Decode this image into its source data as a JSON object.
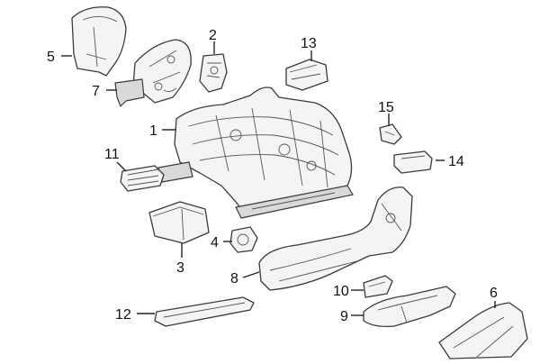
{
  "callouts": {
    "c1": "1",
    "c2": "2",
    "c3": "3",
    "c4": "4",
    "c5": "5",
    "c6": "6",
    "c7": "7",
    "c8": "8",
    "c9": "9",
    "c10": "10",
    "c11": "11",
    "c12": "12",
    "c13": "13",
    "c14": "14",
    "c15": "15"
  },
  "colors": {
    "line": "#3a3a3a",
    "fill": "#f4f4f4",
    "background": "#ffffff"
  }
}
